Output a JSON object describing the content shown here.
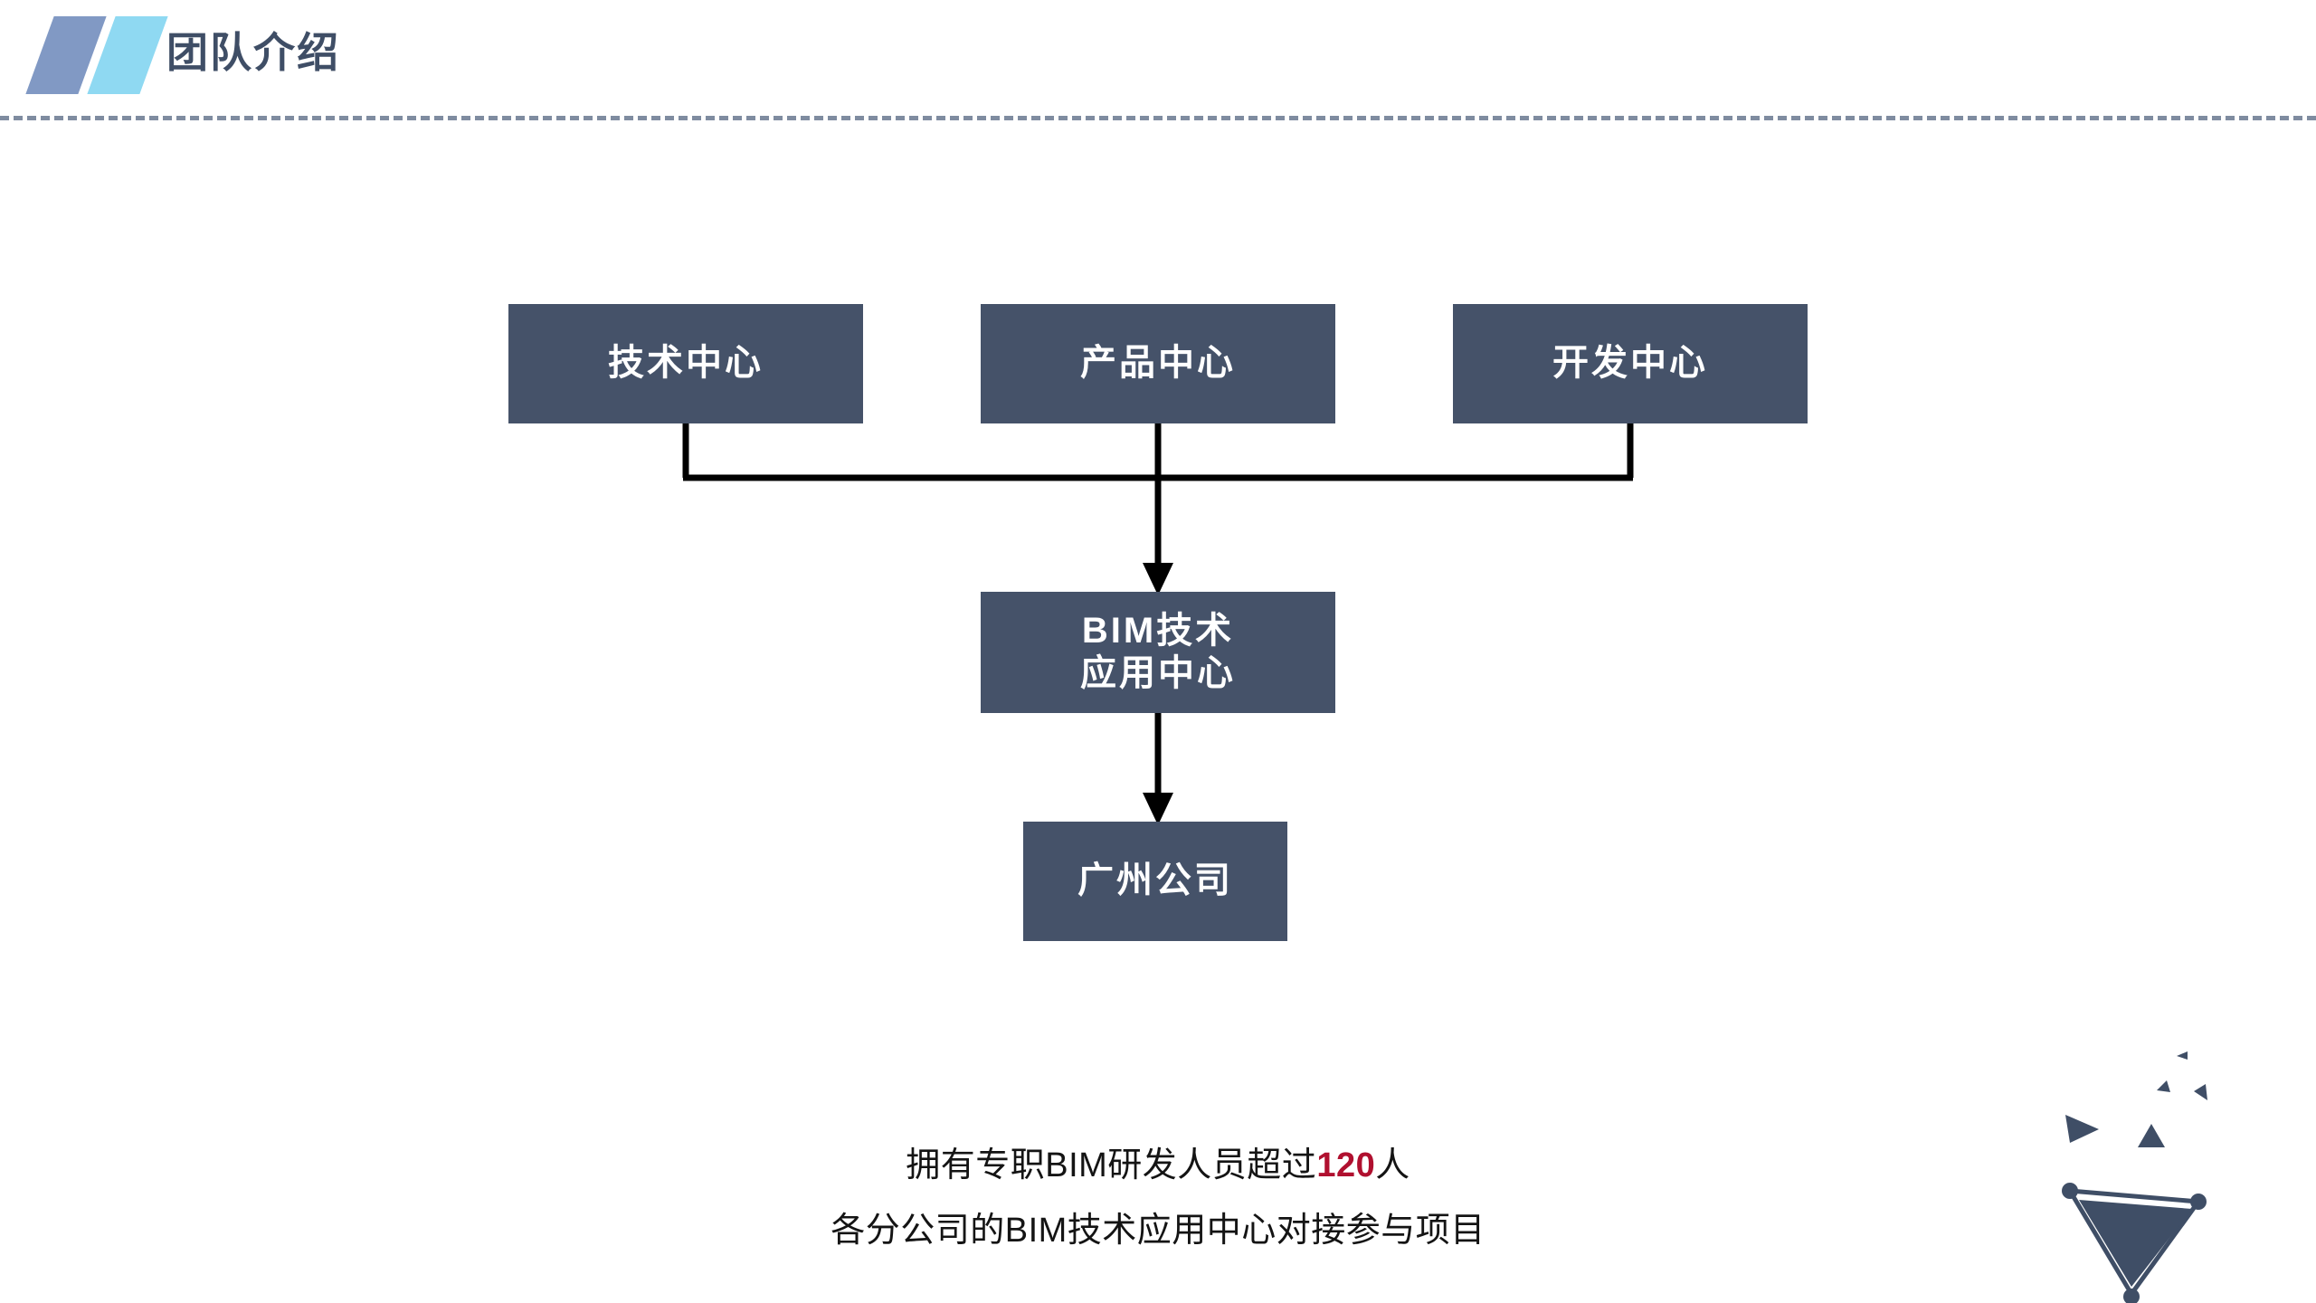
{
  "page": {
    "title": "团队介绍",
    "background": "#ffffff"
  },
  "logo": {
    "bar_left_color": "#8199c4",
    "bar_right_color": "#8fd9f2"
  },
  "header": {
    "rule_color": "#7f8ca0",
    "title_color": "#3f4e66"
  },
  "diagram": {
    "node_fill": "#455269",
    "node_text_color": "#ffffff",
    "connector_color": "#000000",
    "nodes": [
      {
        "id": "tech",
        "label": "技术中心"
      },
      {
        "id": "product",
        "label": "产品中心"
      },
      {
        "id": "dev",
        "label": "开发中心"
      },
      {
        "id": "bim",
        "label": "BIM技术\n应用中心"
      },
      {
        "id": "gz",
        "label": "广州公司"
      }
    ]
  },
  "caption": {
    "line1_prefix": "拥有专职BIM研发人员超过",
    "line1_highlight": "120",
    "line1_suffix": "人",
    "line2": "各分公司的BIM技术应用中心对接参与项目",
    "highlight_color": "#b0102f"
  },
  "decoration": {
    "shape_color": "#3f4e66"
  }
}
